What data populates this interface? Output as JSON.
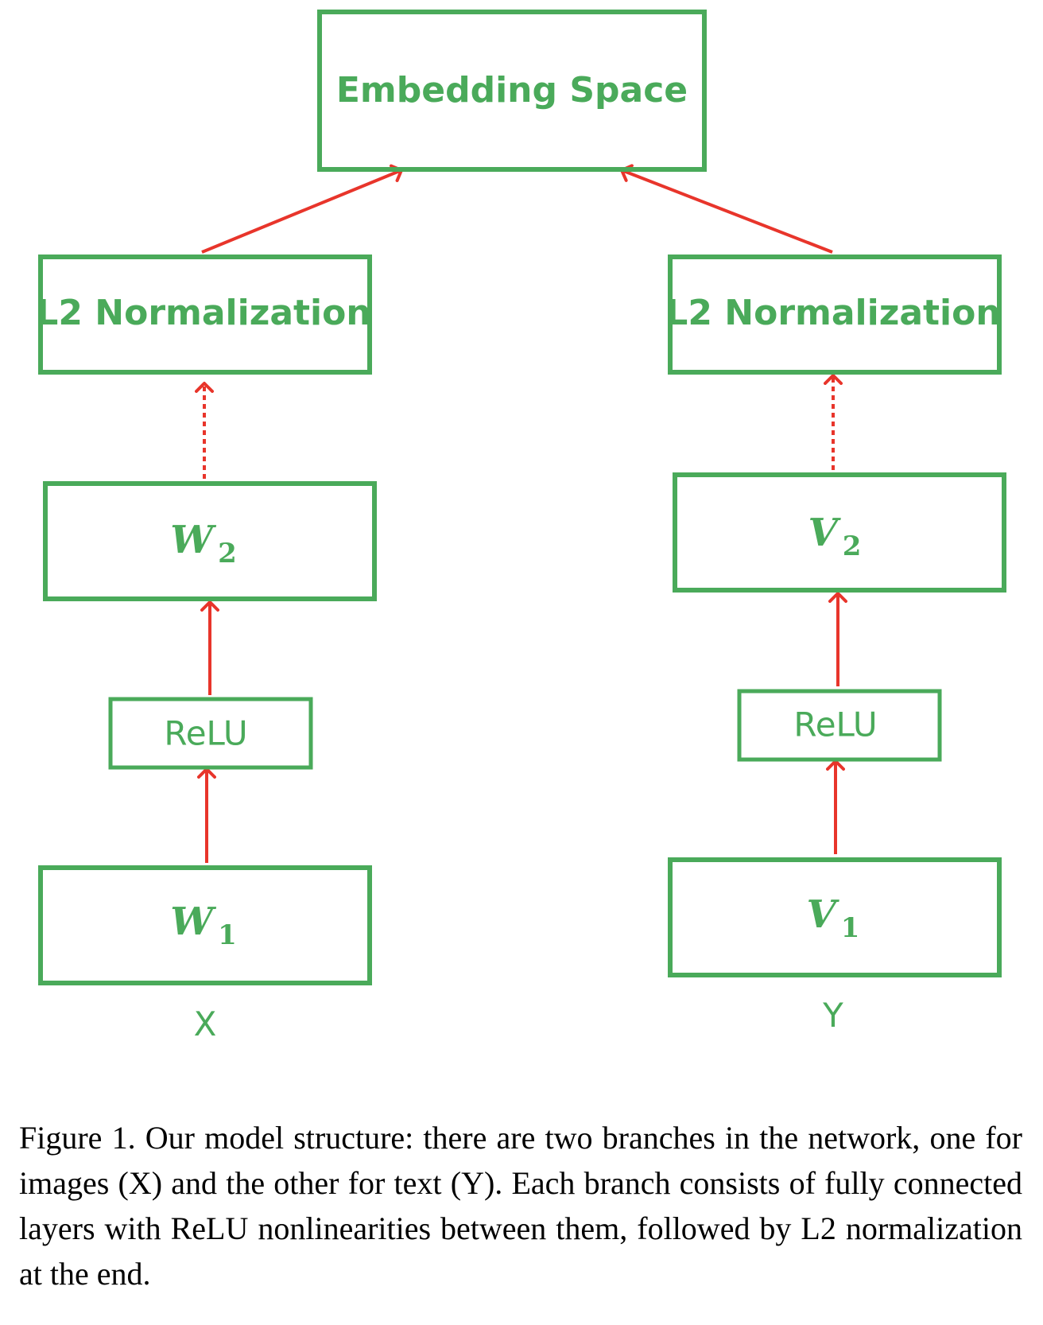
{
  "colors": {
    "box_stroke": "#4aaa5a",
    "text": "#4aaa5a",
    "arrow": "#e8352b"
  },
  "nodes": {
    "embedding": "Embedding Space",
    "left": {
      "l2": "L2 Normalization",
      "w2_var": "W",
      "w2_sub": "2",
      "relu": "ReLU",
      "w1_var": "W",
      "w1_sub": "1",
      "input": "X"
    },
    "right": {
      "l2": "L2 Normalization",
      "v2_var": "V",
      "v2_sub": "2",
      "relu": "ReLU",
      "v1_var": "V",
      "v1_sub": "1",
      "input": "Y"
    }
  },
  "caption": "Figure 1. Our model structure: there are two branches in the network, one for images (X) and the other for text (Y). Each branch consists of fully connected layers with ReLU nonlinearities between them, followed by L2 normalization at the end."
}
